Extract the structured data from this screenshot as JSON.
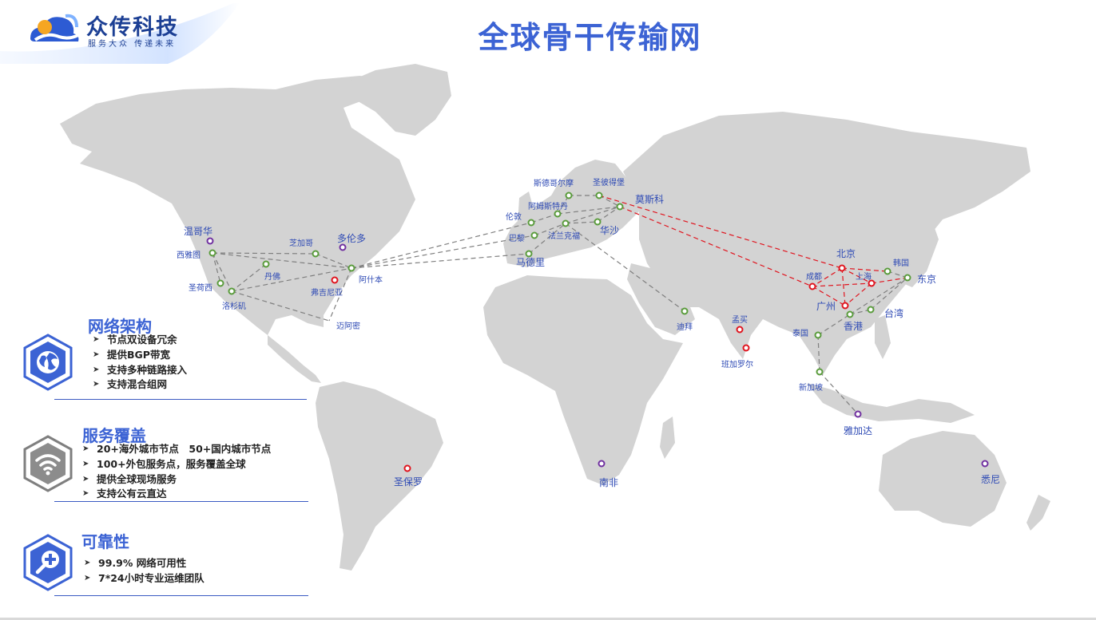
{
  "brand": {
    "name": "众传科技",
    "tagline": "服务大众 传递未来",
    "colors": {
      "primary": "#3c63d4",
      "dark": "#1c3f94",
      "accent_orange": "#f5a623",
      "accent_light": "#7fb2ff"
    }
  },
  "page_title": "全球骨干传输网",
  "map": {
    "land_color": "#d3d3d3",
    "line_styles": {
      "backbone_grey": "#7f7f7f",
      "china_red": "#e0141e"
    },
    "node_colors": {
      "green": "#5a9c3c",
      "red": "#e0141e",
      "purple": "#7030a0"
    },
    "cities": [
      {
        "id": "vancouver",
        "label": "温哥华",
        "type": "purple"
      },
      {
        "id": "seattle",
        "label": "西雅图",
        "type": "green"
      },
      {
        "id": "chicago",
        "label": "芝加哥",
        "type": "green"
      },
      {
        "id": "toronto",
        "label": "多伦多",
        "type": "purple"
      },
      {
        "id": "denver",
        "label": "丹佛",
        "type": "green"
      },
      {
        "id": "ashburn",
        "label": "阿什本",
        "type": "green"
      },
      {
        "id": "sanjose",
        "label": "圣荷西",
        "type": "green"
      },
      {
        "id": "losangeles",
        "label": "洛杉矶",
        "type": "green"
      },
      {
        "id": "virginia",
        "label": "弗吉尼亚",
        "type": "red"
      },
      {
        "id": "miami",
        "label": "迈阿密",
        "type": "none"
      },
      {
        "id": "stockholm",
        "label": "斯德哥尔摩",
        "type": "green"
      },
      {
        "id": "stpetersburg",
        "label": "圣彼得堡",
        "type": "green"
      },
      {
        "id": "moscow",
        "label": "莫斯科",
        "type": "green"
      },
      {
        "id": "amsterdam",
        "label": "阿姆斯特丹",
        "type": "green"
      },
      {
        "id": "london",
        "label": "伦敦",
        "type": "green"
      },
      {
        "id": "paris",
        "label": "巴黎",
        "type": "green"
      },
      {
        "id": "frankfurt",
        "label": "法兰克福",
        "type": "green"
      },
      {
        "id": "warsaw",
        "label": "华沙",
        "type": "green"
      },
      {
        "id": "madrid",
        "label": "马德里",
        "type": "green"
      },
      {
        "id": "dubai",
        "label": "迪拜",
        "type": "green"
      },
      {
        "id": "mumbai",
        "label": "孟买",
        "type": "red"
      },
      {
        "id": "bangalore",
        "label": "班加罗尔",
        "type": "red"
      },
      {
        "id": "beijing",
        "label": "北京",
        "type": "red"
      },
      {
        "id": "chengdu",
        "label": "成都",
        "type": "red"
      },
      {
        "id": "shanghai",
        "label": "上海",
        "type": "red"
      },
      {
        "id": "guangzhou",
        "label": "广州",
        "type": "red"
      },
      {
        "id": "korea",
        "label": "韩国",
        "type": "green"
      },
      {
        "id": "tokyo",
        "label": "东京",
        "type": "green"
      },
      {
        "id": "taiwan",
        "label": "台湾",
        "type": "green"
      },
      {
        "id": "hongkong",
        "label": "香港",
        "type": "green"
      },
      {
        "id": "thailand",
        "label": "泰国",
        "type": "green"
      },
      {
        "id": "singapore",
        "label": "新加坡",
        "type": "green"
      },
      {
        "id": "jakarta",
        "label": "雅加达",
        "type": "purple"
      },
      {
        "id": "saopaulo",
        "label": "圣保罗",
        "type": "red"
      },
      {
        "id": "southafrica",
        "label": "南非",
        "type": "purple"
      },
      {
        "id": "sydney",
        "label": "悉尼",
        "type": "purple"
      }
    ]
  },
  "features": {
    "network": {
      "title": "网络架构",
      "icon": "globe-icon",
      "items": [
        "节点双设备冗余",
        "提供BGP带宽",
        "支持多种链路接入",
        "支持混合组网"
      ]
    },
    "coverage": {
      "title": "服务覆盖",
      "icon": "wifi-icon",
      "items": [
        "20+海外城市节点　50+国内城市节点",
        "100+外包服务点，服务覆盖全球",
        "提供全球现场服务",
        "支持公有云直达"
      ]
    },
    "reliability": {
      "title": "可靠性",
      "icon": "search-plus-icon",
      "items": [
        "99.9% 网络可用性",
        "7*24小时专业运维团队"
      ]
    }
  }
}
